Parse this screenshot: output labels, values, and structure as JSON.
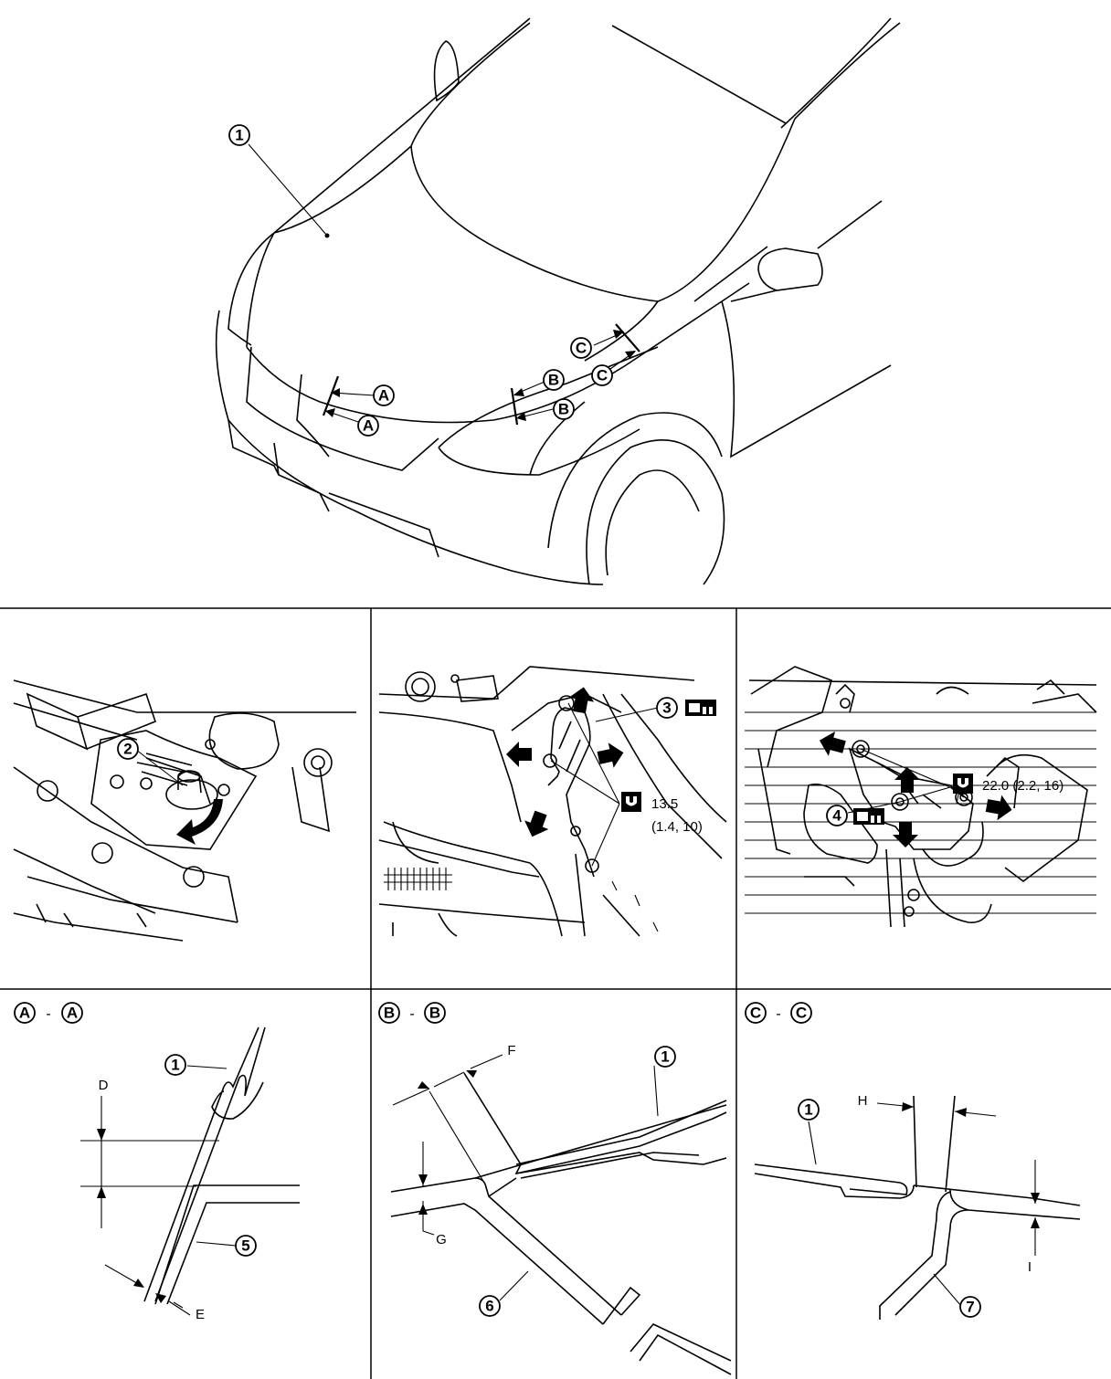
{
  "callouts": {
    "hood": "1",
    "stopper": "2",
    "hinge": "3",
    "lock": "4",
    "part5": "5",
    "part6": "6",
    "part7": "7"
  },
  "sections": {
    "a": "A",
    "b": "B",
    "c": "C",
    "dash": "-"
  },
  "dimensions": {
    "d": "D",
    "e": "E",
    "f": "F",
    "g": "G",
    "h": "H",
    "i": "I"
  },
  "torque": {
    "hinge_value": "13.5",
    "hinge_units": "(1.4, 10)",
    "lock_value": "22.0 (2.2, 16)"
  },
  "icons": {
    "torque": "torque-wrench-icon",
    "adjust": "adjust-symbol-icon",
    "arrow": "direction-arrow-icon"
  }
}
